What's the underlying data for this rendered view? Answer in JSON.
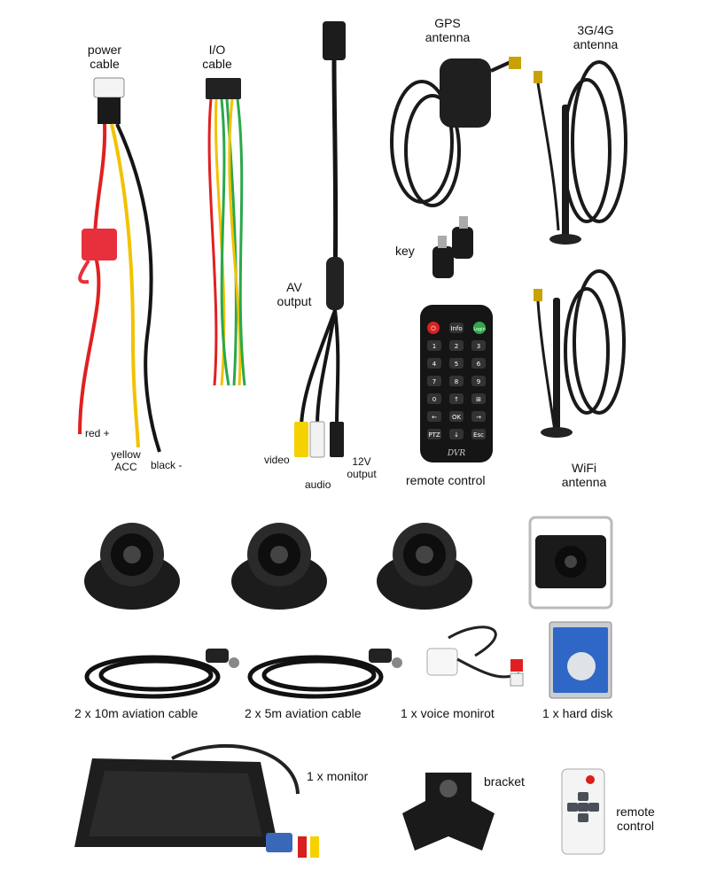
{
  "labels": {
    "power_cable": [
      "power",
      "cable"
    ],
    "io_cable": [
      "I/O",
      "cable"
    ],
    "gps_antenna": [
      "GPS",
      "antenna"
    ],
    "antenna_3g4g": [
      "3G/4G",
      "antenna"
    ],
    "key": "key",
    "av_output": [
      "AV",
      "output"
    ],
    "red_plus": "red +",
    "yellow_acc": [
      "yellow",
      "ACC"
    ],
    "black_minus": "black -",
    "video": "video",
    "audio": "audio",
    "v12_output": [
      "12V",
      "output"
    ],
    "remote_control": "remote control",
    "wifi_antenna": [
      "WiFi",
      "antenna"
    ],
    "cable_10m": "2 x 10m aviation cable",
    "cable_5m": "2 x 5m aviation cable",
    "voice_monitor": "1 x voice monirot",
    "hard_disk": "1 x hard disk",
    "monitor": "1 x monitor",
    "bracket": "bracket",
    "remote_control_small": [
      "remote",
      "control"
    ]
  },
  "remote": {
    "brand": "DVR",
    "keys": [
      "⏻",
      "Info",
      "Login",
      "1",
      "2",
      "3",
      "4",
      "5",
      "6",
      "7",
      "8",
      "9",
      "0",
      "↑",
      "⊞",
      "←",
      "OK",
      "→",
      "PTZ",
      "↓",
      "Esc"
    ]
  },
  "colors": {
    "wire_red": "#e02020",
    "wire_yellow": "#f2c200",
    "wire_black": "#151515",
    "wire_green": "#2aa84a",
    "rca_yellow": "#f5d100",
    "rca_white": "#f2f2f2",
    "rca_red": "#d81e1e"
  }
}
